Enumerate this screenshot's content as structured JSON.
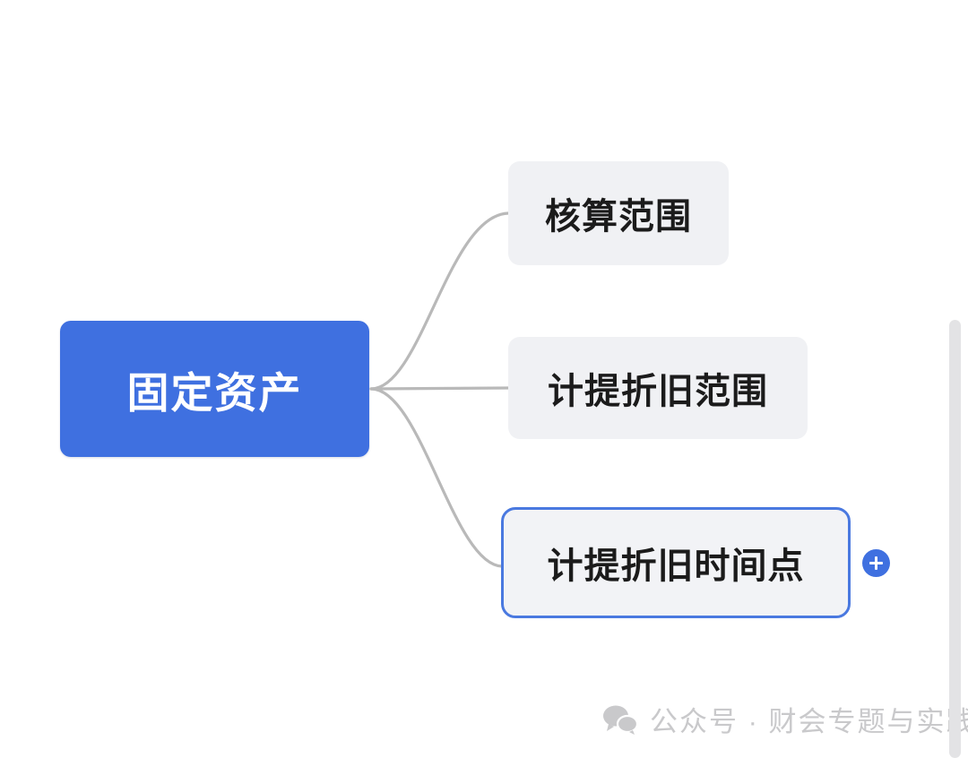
{
  "app": {
    "type": "mindmap",
    "background": "#ffffff"
  },
  "mindmap": {
    "root": {
      "label": "固定资产",
      "color": "#3f70e0",
      "text_color": "#ffffff"
    },
    "children": [
      {
        "label": "核算范围",
        "color": "#f0f1f4",
        "text_color": "#1b1b1b",
        "selected": false
      },
      {
        "label": "计提折旧范围",
        "color": "#f0f1f4",
        "text_color": "#1b1b1b",
        "selected": false
      },
      {
        "label": "计提折旧时间点",
        "color": "#f2f3f6",
        "text_color": "#1b1b1b",
        "selected": true,
        "border_color": "#4a79e0"
      }
    ],
    "connector_color": "#b9b9b9"
  },
  "controls": {
    "add_node_button": {
      "icon": "plus-icon",
      "color": "#3f70e0"
    }
  },
  "watermark": {
    "icon": "wechat-icon",
    "text": "公众号 · 财会专题与实践",
    "color": "#c9c9cb"
  },
  "scrollbar": {
    "orientation": "vertical",
    "color": "#e3e3e5"
  }
}
